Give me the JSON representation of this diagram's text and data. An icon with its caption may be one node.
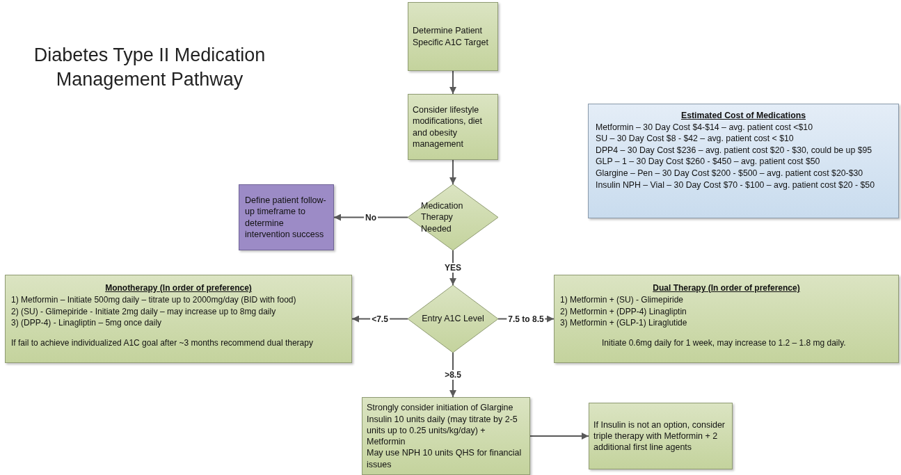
{
  "diagram": {
    "title": "Diabetes Type II Medication Management Pathway",
    "nodes": [
      {
        "text": [
          "Determine Patient Specific A1C Target"
        ]
      },
      {
        "text": [
          "Consider lifestyle modifications, diet and obesity management"
        ]
      },
      {
        "text": [
          "Medication Therapy Needed"
        ]
      },
      {
        "text": [
          "Define patient follow-up timeframe to determine intervention success"
        ]
      },
      {
        "text": [
          "Entry A1C Level"
        ]
      },
      {
        "text": [
          "Monotherapy (In order of preference)",
          "1) Metformin – Initiate 500mg daily – titrate up to 2000mg/day (BID with food)",
          "2) (SU) - Glimepiride  - Initiate 2mg daily – may increase up to 8mg daily",
          "3) (DPP-4) - Linagliptin – 5mg once daily",
          "If fail to achieve individualized A1C goal after ~3 months recommend dual therapy"
        ]
      },
      {
        "text": [
          "Dual Therapy (In order of preference)",
          "1)  Metformin + (SU) - Glimepiride",
          "2)  Metformin + (DPP-4) Linagliptin",
          "3)  Metformin + (GLP-1) Liraglutide",
          "Initiate 0.6mg daily for 1 week, may increase to 1.2 – 1.8 mg daily."
        ]
      },
      {
        "text": [
          "Strongly consider initiation of Glargine Insulin 10 units daily (may titrate by 2-5 units up to 0.25 units/kg/day) + Metformin",
          "May use NPH 10 units QHS for financial issues"
        ]
      },
      {
        "text": [
          "If Insulin is not an option, consider triple therapy with Metformin + 2 additional first line agents"
        ]
      },
      {
        "text": [
          "Estimated Cost of Medications",
          "Metformin – 30 Day Cost $4-$14 – avg. patient cost <$10",
          "SU – 30 Day Cost $8 - $42 – avg. patient cost < $10",
          "DPP4 – 30 Day Cost $236 – avg. patient cost $20 - $30, could be up $95",
          "GLP – 1 – 30 Day Cost $260 - $450 – avg. patient cost $50",
          "Glargine – Pen – 30 Day Cost $200 - $500 – avg. patient cost $20-$30",
          "Insulin NPH – Vial – 30 Day Cost $70 - $100 – avg. patient cost $20 - $50"
        ]
      }
    ],
    "edges": [
      {
        "from": 0,
        "to": 1,
        "arrow": "to"
      },
      {
        "from": 1,
        "to": 2,
        "arrow": "to"
      },
      {
        "from": 2,
        "to": 3,
        "arrow": "to",
        "label": "No"
      },
      {
        "from": 2,
        "to": 4,
        "arrow": "to",
        "label": "YES"
      },
      {
        "from": 4,
        "to": 5,
        "arrow": "to",
        "label": "<7.5"
      },
      {
        "from": 4,
        "to": 6,
        "arrow": "to",
        "label": "7.5 to 8.5"
      },
      {
        "from": 4,
        "to": 7,
        "arrow": "to",
        "label": ">8.5"
      },
      {
        "from": 7,
        "to": 8,
        "arrow": "to"
      }
    ]
  }
}
